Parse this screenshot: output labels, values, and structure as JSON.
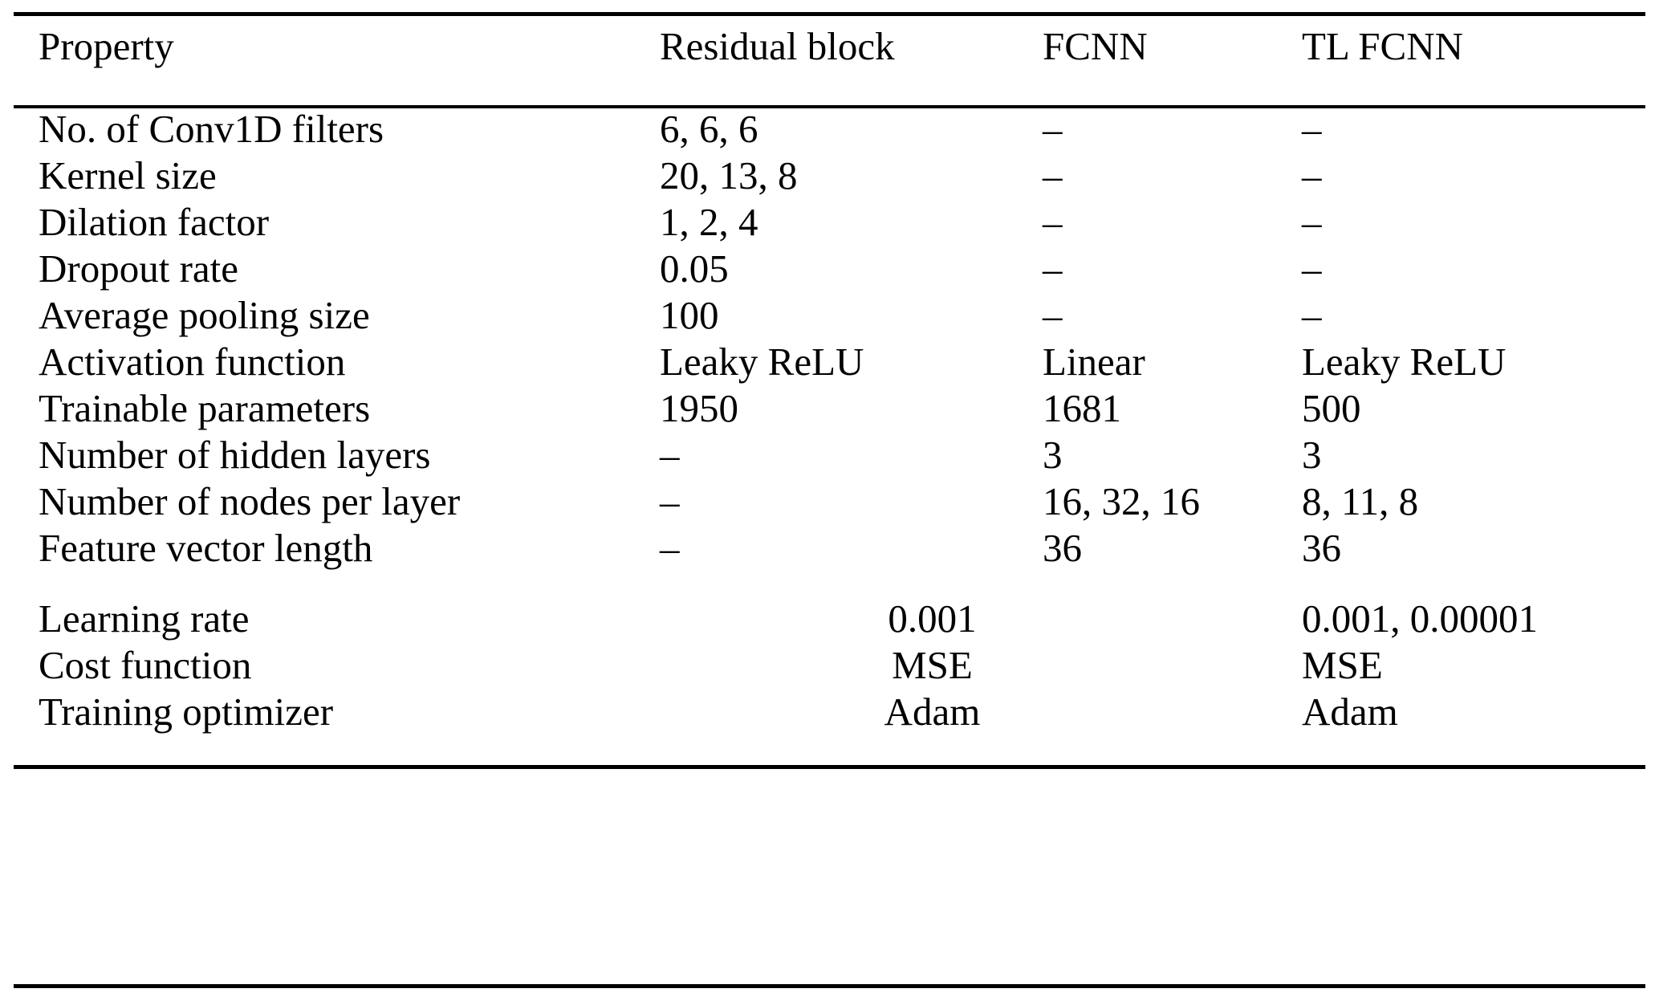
{
  "table": {
    "columns": [
      {
        "key": "property",
        "label": "Property"
      },
      {
        "key": "residual",
        "label": "Residual block"
      },
      {
        "key": "fcnn",
        "label": "FCNN"
      },
      {
        "key": "tlfcnn",
        "label": "TL FCNN"
      }
    ],
    "rows": [
      {
        "property": "No. of Conv1D filters",
        "residual": "6, 6, 6",
        "fcnn": "–",
        "tlfcnn": "–"
      },
      {
        "property": "Kernel size",
        "residual": "20, 13, 8",
        "fcnn": "–",
        "tlfcnn": "–"
      },
      {
        "property": "Dilation factor",
        "residual": "1, 2, 4",
        "fcnn": "–",
        "tlfcnn": "–"
      },
      {
        "property": "Dropout rate",
        "residual": "0.05",
        "fcnn": "–",
        "tlfcnn": "–"
      },
      {
        "property": "Average pooling size",
        "residual": "100",
        "fcnn": "–",
        "tlfcnn": "–"
      },
      {
        "property": "Activation function",
        "residual": "Leaky ReLU",
        "fcnn": "Linear",
        "tlfcnn": "Leaky ReLU"
      },
      {
        "property": "Trainable parameters",
        "residual": "1950",
        "fcnn": "1681",
        "tlfcnn": "500"
      },
      {
        "property": "Number of hidden layers",
        "residual": "–",
        "fcnn": "3",
        "tlfcnn": "3"
      },
      {
        "property": "Number of nodes per layer",
        "residual": "–",
        "fcnn": "16, 32, 16",
        "tlfcnn": "8, 11, 8"
      },
      {
        "property": "Feature vector length",
        "residual": "–",
        "fcnn": "36",
        "tlfcnn": "36"
      }
    ],
    "footer_rows": [
      {
        "property": "Learning rate",
        "shared": "0.001",
        "tlfcnn": "0.001, 0.00001"
      },
      {
        "property": "Cost function",
        "shared": "MSE",
        "tlfcnn": "MSE"
      },
      {
        "property": "Training optimizer",
        "shared": "Adam",
        "tlfcnn": "Adam"
      }
    ]
  }
}
